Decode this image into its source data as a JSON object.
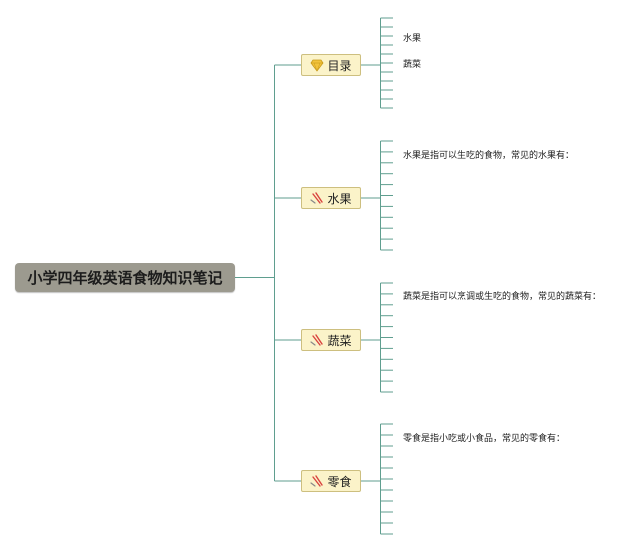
{
  "root": {
    "label": "小学四年级英语食物知识笔记"
  },
  "branches": [
    {
      "label": "目录",
      "icon": "diamond-icon",
      "notes": [
        "水果",
        "蔬菜"
      ]
    },
    {
      "label": "水果",
      "icon": "chopsticks-icon",
      "notes": [
        "水果是指可以生吃的食物，常见的水果有："
      ]
    },
    {
      "label": "蔬菜",
      "icon": "chopsticks-icon",
      "notes": [
        "蔬菜是指可以烹调或生吃的食物，常见的蔬菜有："
      ]
    },
    {
      "label": "零食",
      "icon": "chopsticks-icon",
      "notes": [
        "零食是指小吃或小食品，常见的零食有："
      ]
    }
  ],
  "colors": {
    "connector": "#5f9e8f",
    "root_fill": "#9c9a8f",
    "branch_fill": "#fbf3c9",
    "branch_border": "#cdbf7f",
    "diamond_icon": "#f2c33b",
    "chopsticks_icon": "#d9433f"
  }
}
